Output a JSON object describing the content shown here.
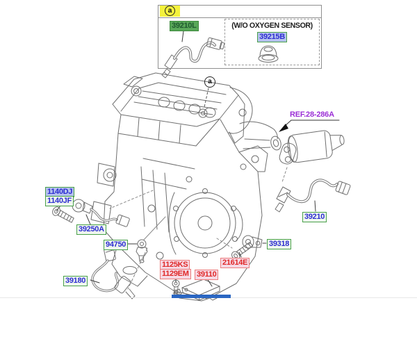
{
  "diagram": {
    "inset": {
      "callout": "a",
      "selected_part": "39210L",
      "note": "(W/O OXYGEN SENSOR)",
      "alt_part": "39215B"
    },
    "engine_callout": "a",
    "ref_link": "REF.28-286A",
    "parts": {
      "p1140dj": "1140DJ",
      "p1140jf": "1140JF",
      "p39250a": "39250A",
      "p94750": "94750",
      "p39180": "39180",
      "p1125ks": "1125KS",
      "p1129em": "1129EM",
      "p39110": "39110",
      "p21614e": "21614E",
      "p39318": "39318",
      "p39210": "39210"
    },
    "colors": {
      "part_link_blue": "#2d2dd2",
      "label_border_green": "#49a049",
      "label_bg_green": "#eef6ee",
      "label_bg_blue": "#b5c1ee",
      "selected_bg_green": "#58a758",
      "selected_text_green": "#1f5a2f",
      "alert_red": "#e02828",
      "alert_border_red": "#ec7d7d",
      "alert_bg_pink": "#f6d9e4",
      "ref_purple": "#9b2fd6",
      "callout_yellow": "#f4f23c",
      "selection_bar_blue": "#2a66c2",
      "line_gray": "#6e6e6e"
    }
  }
}
